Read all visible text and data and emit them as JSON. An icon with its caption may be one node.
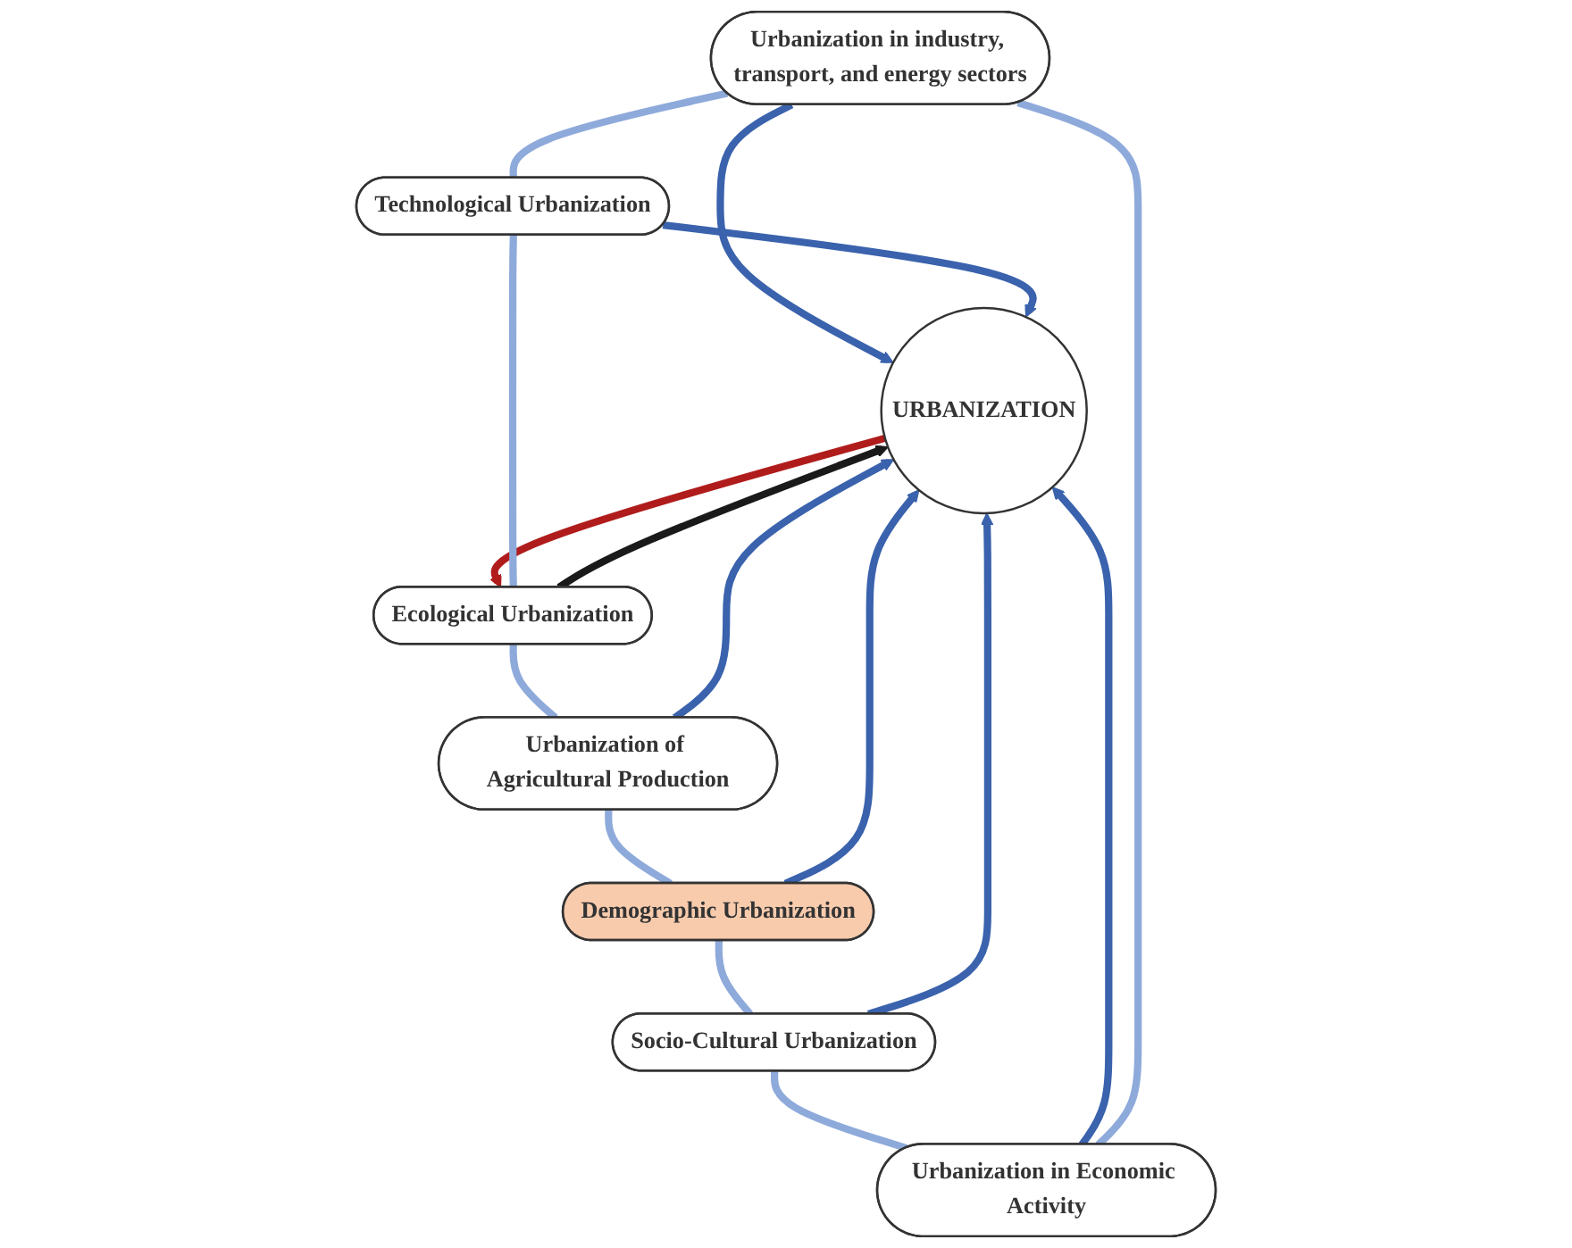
{
  "diagram": {
    "nodes": [
      {
        "text": [
          "Urbanization in industry, transport, and energy sectors"
        ]
      },
      {
        "text": [
          "Urbanization in Economic Activity"
        ]
      },
      {
        "text": [
          "Technological Urbanization"
        ]
      },
      {
        "text": [
          "Socio-Cultural Urbanization"
        ]
      },
      {
        "text": [
          "URBANIZATION"
        ]
      },
      {
        "text": [
          "Ecological Urbanization"
        ]
      },
      {
        "text": [
          "Demographic Urbanization"
        ]
      },
      {
        "text": [
          "Urbanization of Agricultural Production"
        ]
      }
    ],
    "edges": [
      {
        "from": 0,
        "to": 4,
        "arrow": "to"
      },
      {
        "from": 1,
        "to": 4,
        "arrow": "to"
      },
      {
        "from": 2,
        "to": 4,
        "arrow": "to"
      },
      {
        "from": 3,
        "to": 4,
        "arrow": "to"
      },
      {
        "from": 4,
        "to": 5,
        "arrow": "to",
        "color": "#b01c1c"
      },
      {
        "from": 5,
        "to": 4,
        "arrow": "to",
        "color": "#1a1a1a"
      },
      {
        "from": 6,
        "to": 4,
        "arrow": "to"
      },
      {
        "from": 7,
        "to": 4,
        "arrow": "to"
      },
      {
        "from": 0,
        "to": 2,
        "arrow": "none",
        "color": "#8eaadb"
      },
      {
        "from": 2,
        "to": 5,
        "arrow": "none",
        "color": "#8eaadb"
      },
      {
        "from": 5,
        "to": 7,
        "arrow": "none",
        "color": "#8eaadb"
      },
      {
        "from": 7,
        "to": 6,
        "arrow": "none",
        "color": "#8eaadb"
      },
      {
        "from": 6,
        "to": 3,
        "arrow": "none",
        "color": "#8eaadb"
      },
      {
        "from": 3,
        "to": 1,
        "arrow": "none",
        "color": "#8eaadb"
      },
      {
        "from": 1,
        "to": 0,
        "arrow": "none",
        "color": "#8eaadb"
      }
    ]
  }
}
